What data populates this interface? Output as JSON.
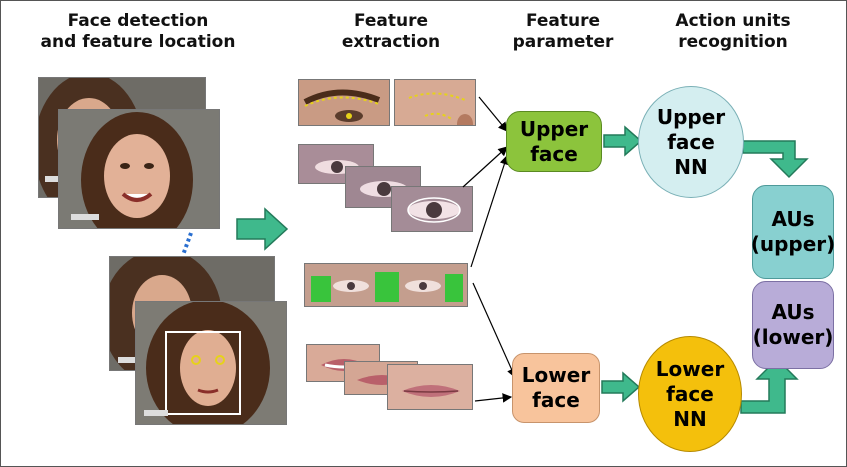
{
  "headers": {
    "face_detection": "Face detection\nand feature location",
    "feature_extraction": "Feature\nextraction",
    "feature_parameter": "Feature\nparameter",
    "action_units_recognition": "Action units\nrecognition"
  },
  "nodes": {
    "upper_face": "Upper\nface",
    "lower_face": "Lower\nface",
    "upper_face_nn": "Upper\nface\nNN",
    "lower_face_nn": "Lower\nface\nNN",
    "aus_upper": "AUs\n(upper)",
    "aus_lower": "AUs\n(lower)"
  },
  "colors": {
    "upper_face": "#8cc43c",
    "lower_face": "#f8c49c",
    "upper_face_nn": "#d4eef0",
    "lower_face_nn": "#f4c00c",
    "aus_upper": "#88d0d0",
    "aus_lower": "#b8acd8",
    "arrow": "#3fb98c",
    "arrow_border": "#237a5a",
    "dotted_link": "#2a6fd0",
    "landmark": "#e6d21a",
    "feature_mask": "#39c43c"
  },
  "icons": [
    "face-photo",
    "eye-closeup",
    "mouth-closeup",
    "block-arrow",
    "connector-arrow"
  ]
}
